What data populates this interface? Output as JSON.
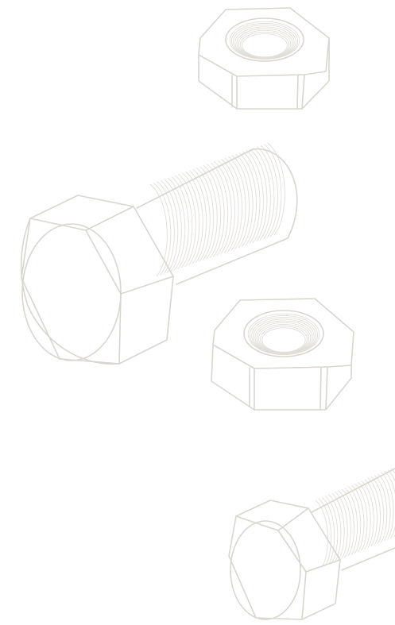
{
  "illustration": {
    "colors": {
      "line": "#d9d6d0",
      "thread_line": "#e1ded8",
      "background": "#ffffff"
    },
    "items": [
      {
        "kind": "hex-nut",
        "icon": "hex-nut-icon"
      },
      {
        "kind": "hex-bolt",
        "icon": "hex-bolt-icon"
      },
      {
        "kind": "hex-nut",
        "icon": "hex-nut-icon"
      },
      {
        "kind": "hex-bolt",
        "icon": "hex-bolt-icon"
      }
    ]
  }
}
